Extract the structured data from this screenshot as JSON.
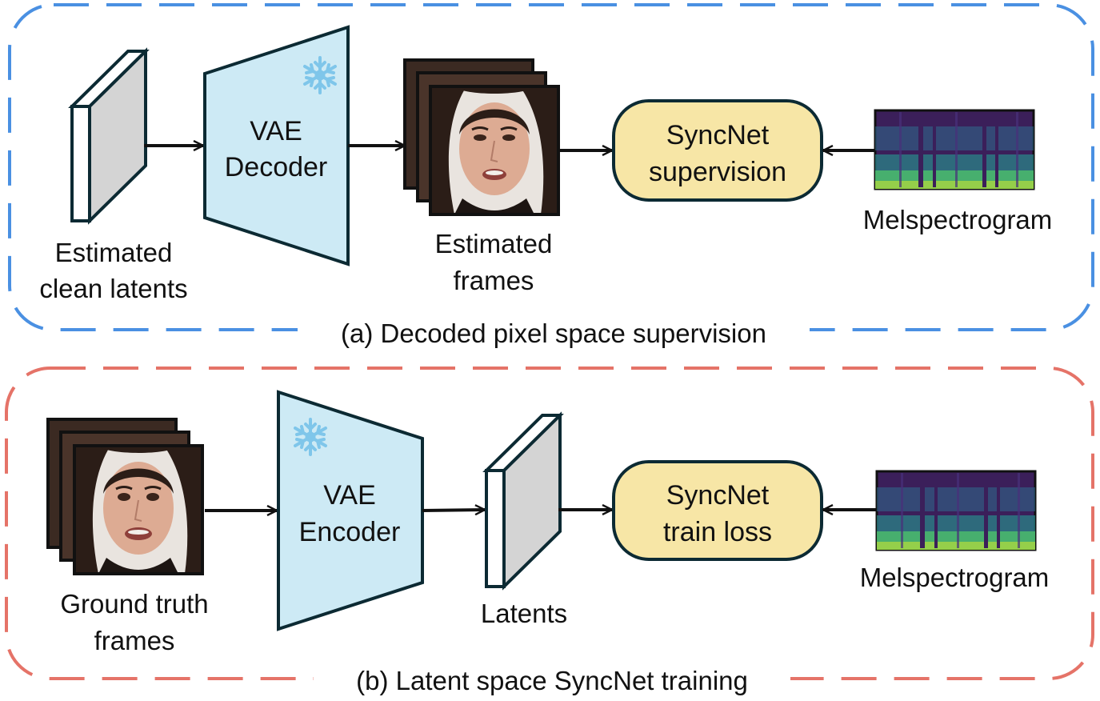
{
  "colors": {
    "panel_a_border": "#4a90e2",
    "panel_b_border": "#e57368",
    "vae_fill": "#cdeaf5",
    "syncnet_fill": "#f7e6a6",
    "latent_face": "#d4d4d4",
    "latent_side": "#ffffff",
    "outline": "#0c2a33",
    "snowflake": "#7fc6ea"
  },
  "icons": {
    "frozen": "snowflake-icon",
    "frames": "face-frames-stack",
    "audio": "melspectrogram-image"
  },
  "panel_a": {
    "caption": "(a) Decoded pixel space supervision",
    "latents_label_line1": "Estimated",
    "latents_label_line2": "clean latents",
    "decoder_line1": "VAE",
    "decoder_line2": "Decoder",
    "frames_label_line1": "Estimated",
    "frames_label_line2": "frames",
    "syncnet_line1": "SyncNet",
    "syncnet_line2": "supervision",
    "mel_label": "Melspectrogram"
  },
  "panel_b": {
    "caption": "(b) Latent space SyncNet training",
    "frames_label_line1": "Ground truth",
    "frames_label_line2": "frames",
    "encoder_line1": "VAE",
    "encoder_line2": "Encoder",
    "latents_label": "Latents",
    "syncnet_line1": "SyncNet",
    "syncnet_line2": "train loss",
    "mel_label": "Melspectrogram"
  }
}
